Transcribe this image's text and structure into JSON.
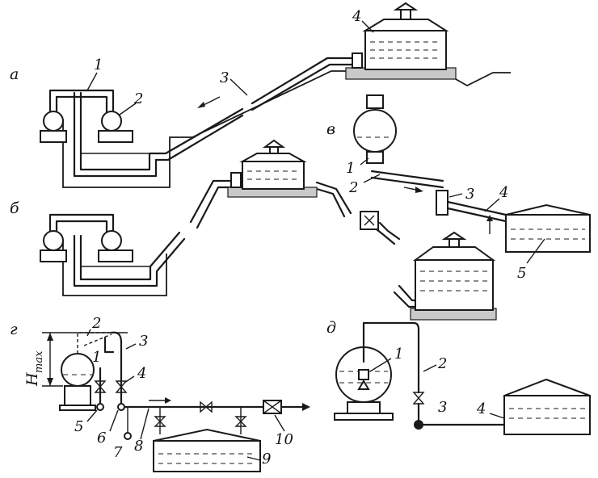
{
  "panels": {
    "a": "а",
    "b": "б",
    "v": "в",
    "g": "г",
    "d": "д"
  },
  "labels": {
    "a_1": "1",
    "a_2": "2",
    "a_3": "3",
    "a_4": "4",
    "v_1": "1",
    "v_2": "2",
    "v_3": "3",
    "v_4": "4",
    "v_5": "5",
    "g_1": "1",
    "g_2": "2",
    "g_3": "3",
    "g_4": "4",
    "g_5": "5",
    "g_6": "6",
    "g_7": "7",
    "g_8": "8",
    "g_9": "9",
    "g_10": "10",
    "d_1": "1",
    "d_2": "2",
    "d_3": "3",
    "d_4": "4"
  },
  "hmax": {
    "main": "H",
    "sub": "max"
  }
}
